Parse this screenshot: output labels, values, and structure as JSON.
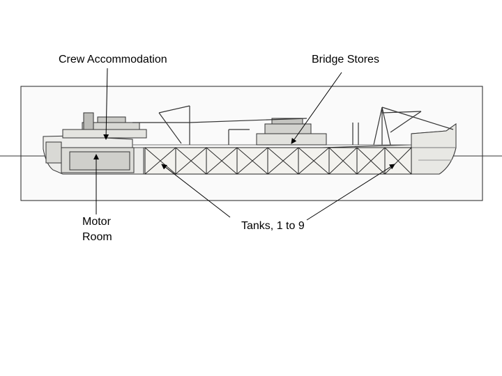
{
  "labels": {
    "crew_accommodation": "Crew Accommodation",
    "bridge_stores": "Bridge Stores",
    "motor_room_line1": "Motor",
    "motor_room_line2": "Room",
    "tanks": "Tanks, 1 to 9"
  },
  "colors": {
    "background": "#ffffff",
    "line": "#000000",
    "hull_fill": "#efefef",
    "tank_fill": "#f3f2ee"
  }
}
